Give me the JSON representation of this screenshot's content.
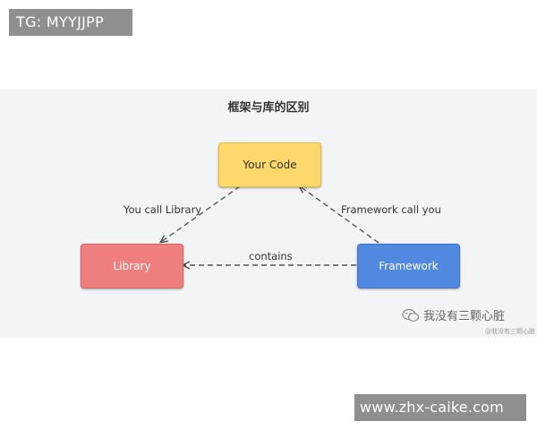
{
  "overlay_tag": "TG: MYYJJPP",
  "diagram": {
    "title": "框架与库的区别",
    "nodes": {
      "your_code": "Your Code",
      "library": "Library",
      "framework": "Framework"
    },
    "edges": {
      "you_call_library": "You call Library",
      "framework_call_you": "Framework call you",
      "contains": "contains"
    },
    "colors": {
      "your_code": "#fcd96a",
      "library": "#ef7e7e",
      "framework": "#5289e0"
    }
  },
  "watermark": {
    "icon": "wechat-icon",
    "text": "我没有三颗心脏",
    "subtext": "@我没有三颗心脏"
  },
  "site_tag": "www.zhx-caike.com"
}
